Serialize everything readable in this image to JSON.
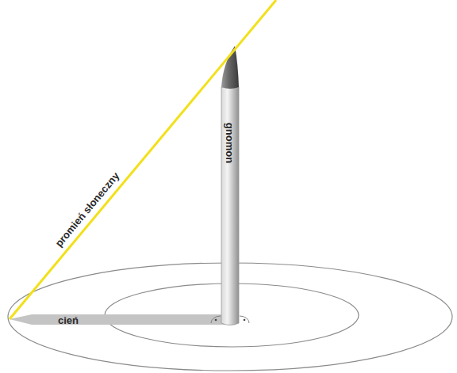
{
  "diagram": {
    "labels": [
      "promień słoneczny",
      "gnomon",
      "cień"
    ]
  }
}
